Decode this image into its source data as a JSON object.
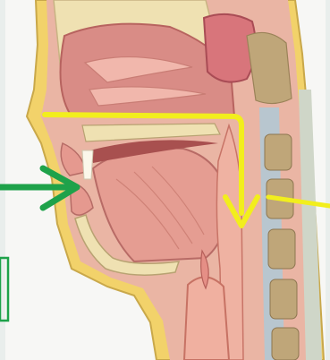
{
  "figure": {
    "background": "#e9eeec",
    "colors": {
      "tissue": "#e8a59a",
      "tissue_dark": "#c9706a",
      "nasal": "#d98c86",
      "bone": "#efe1b2",
      "bone_spongy": "#bfa679",
      "fat_yellow": "#f0d457",
      "spine_blue": "#b8c6cf",
      "arrow_air": "#f2ee1d",
      "arrow_food": "#1ea24a"
    },
    "arrows": [
      {
        "name": "air-pathway-arrow",
        "meaning": "air",
        "color": "#f2ee1d"
      },
      {
        "name": "food-pathway-arrow",
        "meaning": "food",
        "color": "#1ea24a"
      }
    ]
  }
}
